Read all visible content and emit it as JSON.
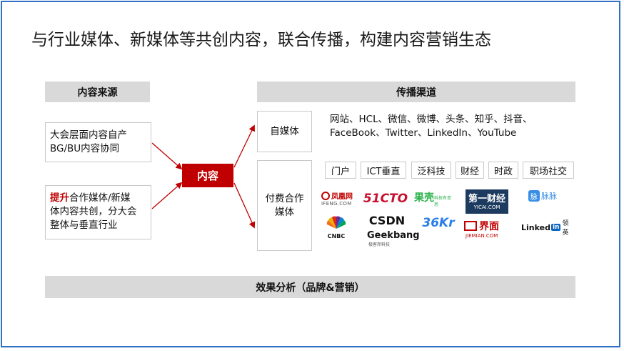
{
  "title": "与行业媒体、新媒体等共创内容，联合传播，构建内容营销生态",
  "source": {
    "header": "内容来源",
    "box1_lines": [
      "大会层面内容自产",
      "BG/BU内容协同"
    ],
    "box2_highlight": "提升",
    "box2_line1_rest": "合作媒体/新媒",
    "box2_lines": [
      "体内容共创，分大会",
      "整体与垂直行业"
    ]
  },
  "core": "内容",
  "channels": {
    "header": "传播渠道",
    "self_media": "自媒体",
    "self_media_lines": [
      "网站、HCL、微信、微博、头条、知乎、抖音、",
      "FaceBook、Twitter、LinkedIn、YouTube"
    ],
    "paid_media_lines": [
      "付费合作",
      "媒体"
    ],
    "categories": [
      "门户",
      "ICT垂直",
      "泛科技",
      "财经",
      "时政",
      "职场社交"
    ],
    "logos": {
      "ifeng": "凤凰网",
      "ifeng_sub": "IFENG.COM",
      "cto": "51CTO",
      "guoke": "果壳",
      "guoke_sub": "科技有意思",
      "yicai": "第一财经",
      "yicai_sub": "YICAI.COM",
      "maimai": "脉脉",
      "maimai_glyph": "脉",
      "cnbc": "CNBC",
      "csdn": "CSDN",
      "kr36": "36Kr",
      "geekbang": "Geekbang",
      "geekbang_sub": "极客邦科技",
      "jiemian": "界面",
      "jiemian_sub": "JIEMIAN.COM",
      "linkedin": "Linked",
      "linkedin_in": "in",
      "linkedin_cn": "领英"
    }
  },
  "footer": "效果分析（品牌&营销）",
  "colors": {
    "frame": "#2f6fc6",
    "accent": "#c00000",
    "header_bg": "#d9d9d9"
  }
}
